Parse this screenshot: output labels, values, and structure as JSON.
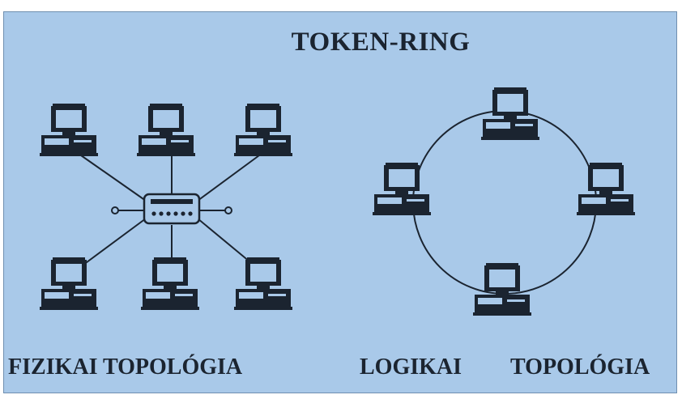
{
  "title": "TOKEN-RING",
  "captions": {
    "physical": "FIZIKAI TOPOLÓGIA",
    "logical_word1": "LOGIKAI",
    "logical_word2": "TOPOLÓGIA"
  },
  "colors": {
    "background": "#a9c9e9",
    "ink": "#1b2430",
    "screen": "#a9c9e9"
  },
  "physical_topology": {
    "layout": "star",
    "center": "hub",
    "computers": 6,
    "hub_ports": 2
  },
  "logical_topology": {
    "layout": "ring",
    "computers": 4
  }
}
